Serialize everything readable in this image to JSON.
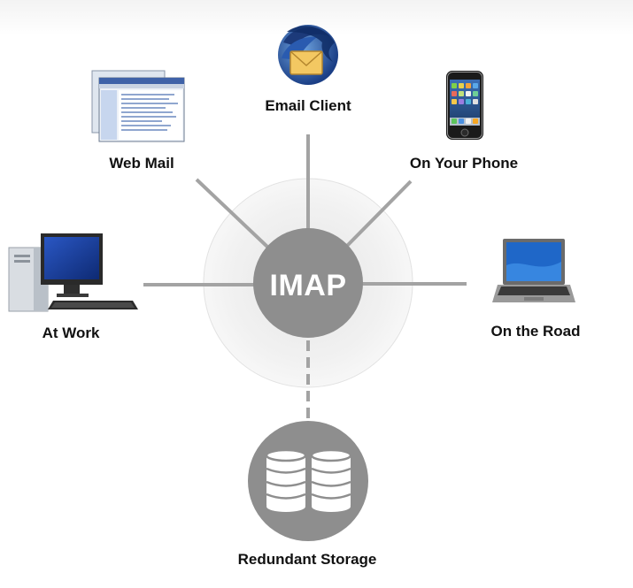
{
  "hub": {
    "label": "IMAP"
  },
  "nodes": {
    "email_client": {
      "label": "Email Client",
      "icon": "thunderbird-icon"
    },
    "web_mail": {
      "label": "Web Mail",
      "icon": "browser-window-icon"
    },
    "phone": {
      "label": "On Your Phone",
      "icon": "smartphone-icon"
    },
    "work": {
      "label": "At Work",
      "icon": "desktop-computer-icon"
    },
    "road": {
      "label": "On the Road",
      "icon": "laptop-icon"
    },
    "storage": {
      "label": "Redundant Storage",
      "icon": "database-icon"
    }
  },
  "colors": {
    "connector": "#a3a3a3",
    "hub": "#8e8e8e",
    "storage": "#8e8e8e",
    "glow": "#ececec"
  }
}
